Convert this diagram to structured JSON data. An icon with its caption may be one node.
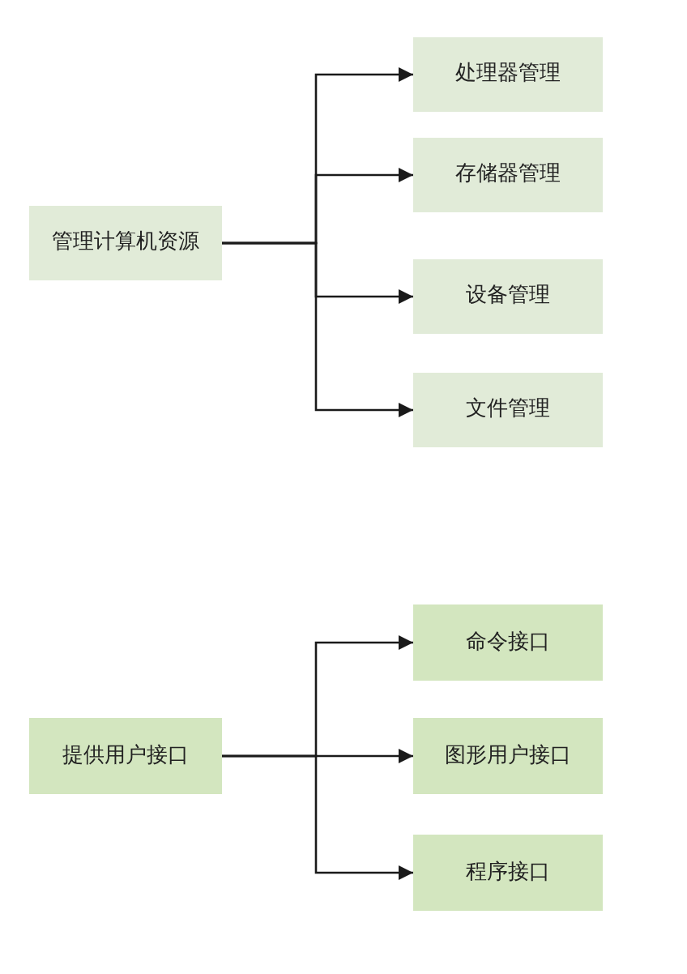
{
  "diagram": {
    "nodes": [
      {
        "text": [
          "管理计算机资源"
        ]
      },
      {
        "text": [
          "处理器管理"
        ]
      },
      {
        "text": [
          "存储器管理"
        ]
      },
      {
        "text": [
          "设备管理"
        ]
      },
      {
        "text": [
          "文件管理"
        ]
      },
      {
        "text": [
          "提供用户接口"
        ]
      },
      {
        "text": [
          "命令接口"
        ]
      },
      {
        "text": [
          "图形用户接口"
        ]
      },
      {
        "text": [
          "程序接口"
        ]
      }
    ],
    "edges": [
      {
        "from": 0,
        "to": 1,
        "arrow": "to"
      },
      {
        "from": 0,
        "to": 2,
        "arrow": "to"
      },
      {
        "from": 0,
        "to": 3,
        "arrow": "to"
      },
      {
        "from": 0,
        "to": 4,
        "arrow": "to"
      },
      {
        "from": 5,
        "to": 6,
        "arrow": "to"
      },
      {
        "from": 5,
        "to": 7,
        "arrow": "to"
      },
      {
        "from": 5,
        "to": 8,
        "arrow": "to"
      }
    ]
  }
}
